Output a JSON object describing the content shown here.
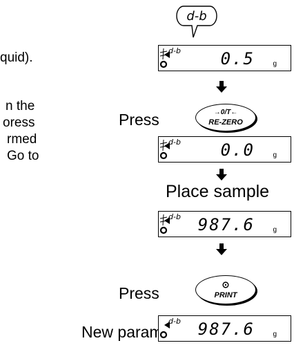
{
  "text": {
    "line1": "quid).",
    "line2": "n the",
    "line3": "oress",
    "line4": "rmed",
    "line5": "Go to"
  },
  "callout": {
    "text": "d-b"
  },
  "steps": {
    "press1": "Press",
    "place_sample": "Place sample",
    "press2": "Press",
    "new_parameter": "New parameter"
  },
  "keys": {
    "rezero": {
      "line1": "→0/T←",
      "line2": "RE-ZERO"
    },
    "print": {
      "line1": "⊙",
      "line2": "PRINT"
    }
  },
  "displays": [
    {
      "code": "d-b",
      "reading": "0.5",
      "unit": "g"
    },
    {
      "code": "d-b",
      "reading": "0.0",
      "unit": "g"
    },
    {
      "code": "d-b",
      "reading": "987.6",
      "unit": "g"
    },
    {
      "code": "d-b",
      "reading": "987.6",
      "unit": "g"
    }
  ]
}
